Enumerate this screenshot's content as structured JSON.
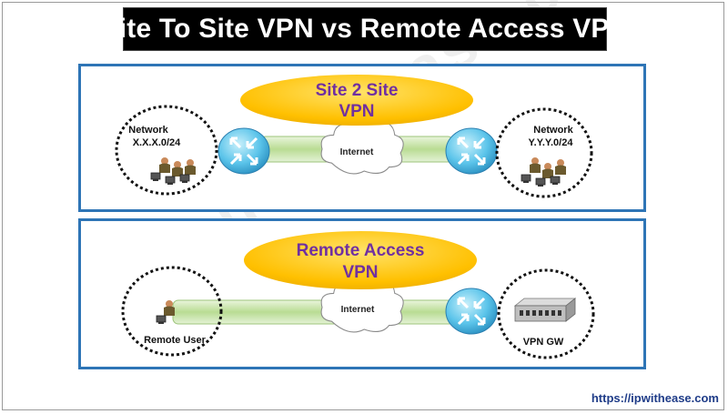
{
  "title": "Site To Site VPN vs Remote Access VPN",
  "site_to_site": {
    "label_line1": "Site 2 Site",
    "label_line2": "VPN",
    "left_network_line1": "Network",
    "left_network_line2": "X.X.X.0/24",
    "right_network_line1": "Network",
    "right_network_line2": "Y.Y.Y.0/24",
    "cloud_label": "Internet"
  },
  "remote_access": {
    "label_line1": "Remote Access",
    "label_line2": "VPN",
    "remote_user_label": "Remote User",
    "gateway_label": "VPN GW",
    "cloud_label": "Internet"
  },
  "source_url": "https://ipwithease.com",
  "watermark": "ipwithease.com",
  "colors": {
    "title_bg": "#000000",
    "panel_border": "#2e75b6",
    "ellipse_fill": "#ffc000",
    "ellipse_text": "#7030a0",
    "router_fill": "#5bc4ea",
    "tunnel_fill": "#c8e6a5"
  }
}
